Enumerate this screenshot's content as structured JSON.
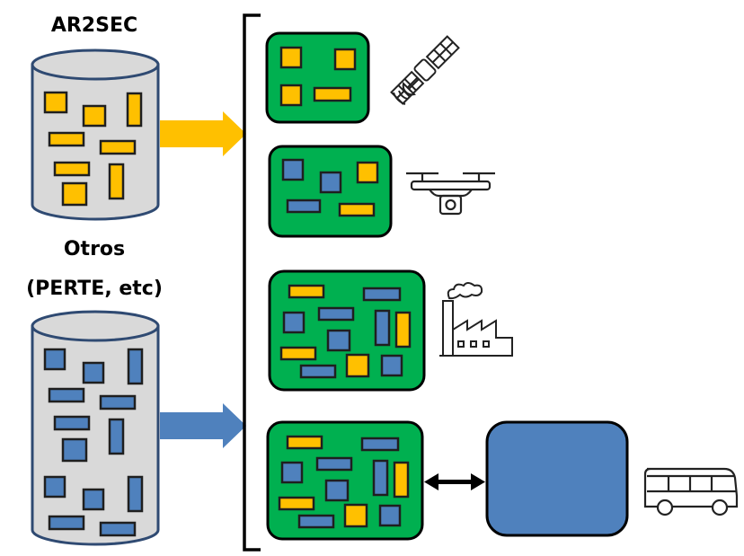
{
  "sources": {
    "ar2sec": {
      "label": "AR2SEC"
    },
    "others": {
      "label_line1": "Otros",
      "label_line2": "(PERTE, etc)"
    }
  },
  "colors": {
    "yellow": "#FFC000",
    "blue": "#4F81BD",
    "green": "#00B050",
    "cylinder_fill": "#D9D9D9",
    "cylinder_stroke": "#2F4A72",
    "big_box": "#4F81BD"
  },
  "icons": [
    "satellite-icon",
    "drone-icon",
    "factory-icon",
    "bus-icon"
  ]
}
